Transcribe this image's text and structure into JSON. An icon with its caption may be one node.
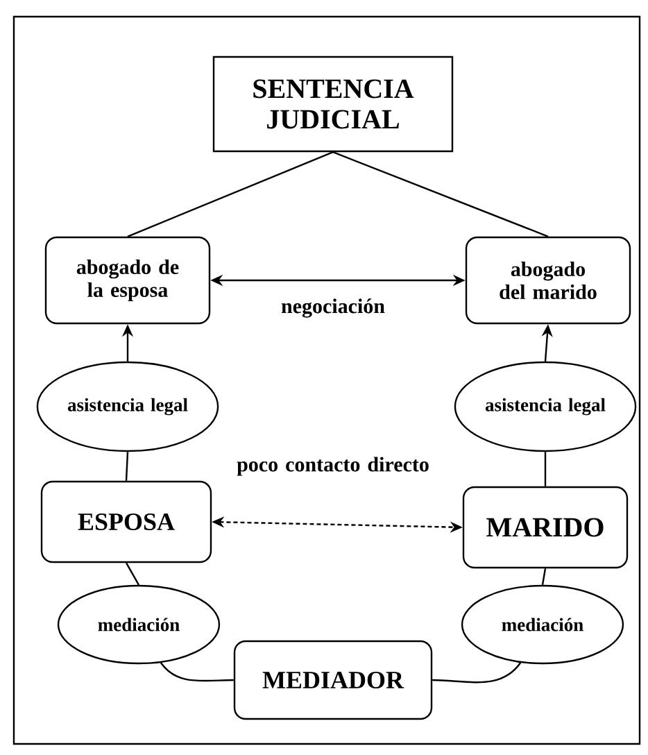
{
  "diagram": {
    "nodes": [
      {
        "text": [
          "SENTENCIA JUDICIAL"
        ]
      },
      {
        "text": [
          "abogado de la esposa"
        ]
      },
      {
        "text": [
          "abogado del marido"
        ]
      },
      {
        "text": [
          "asistencia legal"
        ]
      },
      {
        "text": [
          "asistencia legal"
        ]
      },
      {
        "text": [
          "ESPOSA"
        ]
      },
      {
        "text": [
          "MARIDO"
        ]
      },
      {
        "text": [
          "mediación"
        ]
      },
      {
        "text": [
          "mediación"
        ]
      },
      {
        "text": [
          "MEDIADOR"
        ]
      }
    ],
    "edges": [
      {
        "from": 0,
        "to": 1,
        "arrow": "none"
      },
      {
        "from": 0,
        "to": 2,
        "arrow": "none"
      },
      {
        "from": 1,
        "to": 2,
        "arrow": "both",
        "label": "negociación"
      },
      {
        "from": 3,
        "to": 1,
        "arrow": "to"
      },
      {
        "from": 4,
        "to": 2,
        "arrow": "to"
      },
      {
        "from": 5,
        "to": 3,
        "arrow": "none"
      },
      {
        "from": 6,
        "to": 4,
        "arrow": "none"
      },
      {
        "from": 5,
        "to": 6,
        "arrow": "both",
        "style": "dashed",
        "label": "poco contacto directo"
      },
      {
        "from": 5,
        "to": 7,
        "arrow": "none"
      },
      {
        "from": 6,
        "to": 8,
        "arrow": "none"
      },
      {
        "from": 7,
        "to": 9,
        "arrow": "none"
      },
      {
        "from": 8,
        "to": 9,
        "arrow": "none"
      }
    ]
  }
}
